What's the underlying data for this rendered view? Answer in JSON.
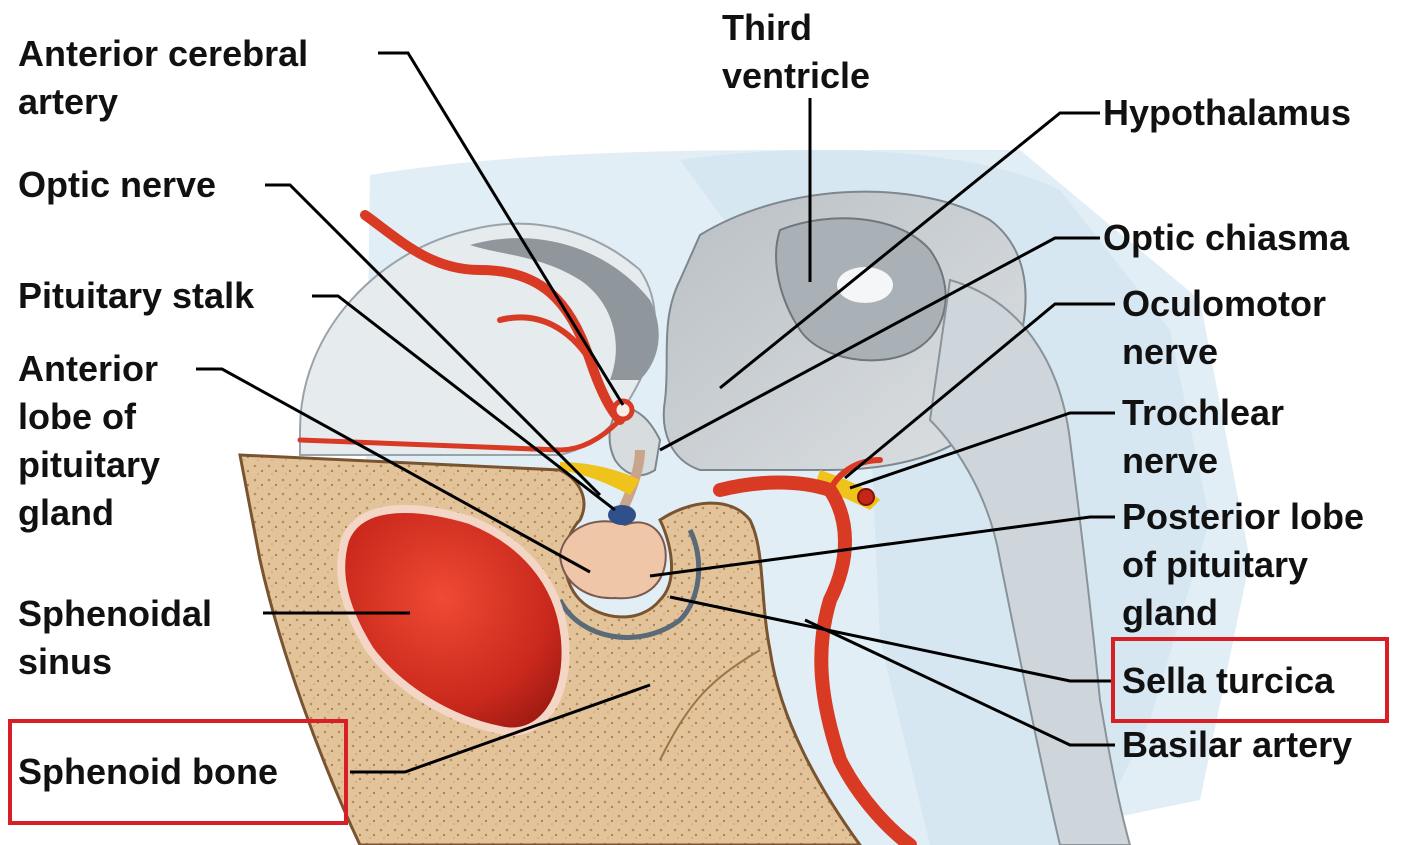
{
  "labels": {
    "anterior_cerebral_artery": [
      "Anterior cerebral",
      "artery"
    ],
    "optic_nerve": "Optic nerve",
    "pituitary_stalk": "Pituitary stalk",
    "anterior_lobe": [
      "Anterior",
      "lobe of",
      "pituitary",
      "gland"
    ],
    "sphenoidal_sinus": [
      "Sphenoidal",
      "sinus"
    ],
    "sphenoid_bone": "Sphenoid bone",
    "third_ventricle": [
      "Third",
      "ventricle"
    ],
    "hypothalamus": "Hypothalamus",
    "optic_chiasma": "Optic chiasma",
    "oculomotor_nerve": [
      "Oculomotor",
      "nerve"
    ],
    "trochlear_nerve": [
      "Trochlear",
      "nerve"
    ],
    "posterior_lobe": [
      "Posterior lobe",
      "of pituitary",
      "gland"
    ],
    "sella_turcica": "Sella turcica",
    "basilar_artery": "Basilar artery"
  },
  "highlighted": [
    "Sphenoid bone",
    "Sella turcica"
  ],
  "colors": {
    "highlight_box": "#d81f26",
    "label_text": "#111111",
    "leader_line": "#000000",
    "bone": "#e3c49a",
    "sinus": "#cc2a1e",
    "artery": "#d93a24",
    "brain_tissue": "#c9ced2",
    "pituitary": "#efc6a8",
    "nerve": "#f0c21c"
  }
}
